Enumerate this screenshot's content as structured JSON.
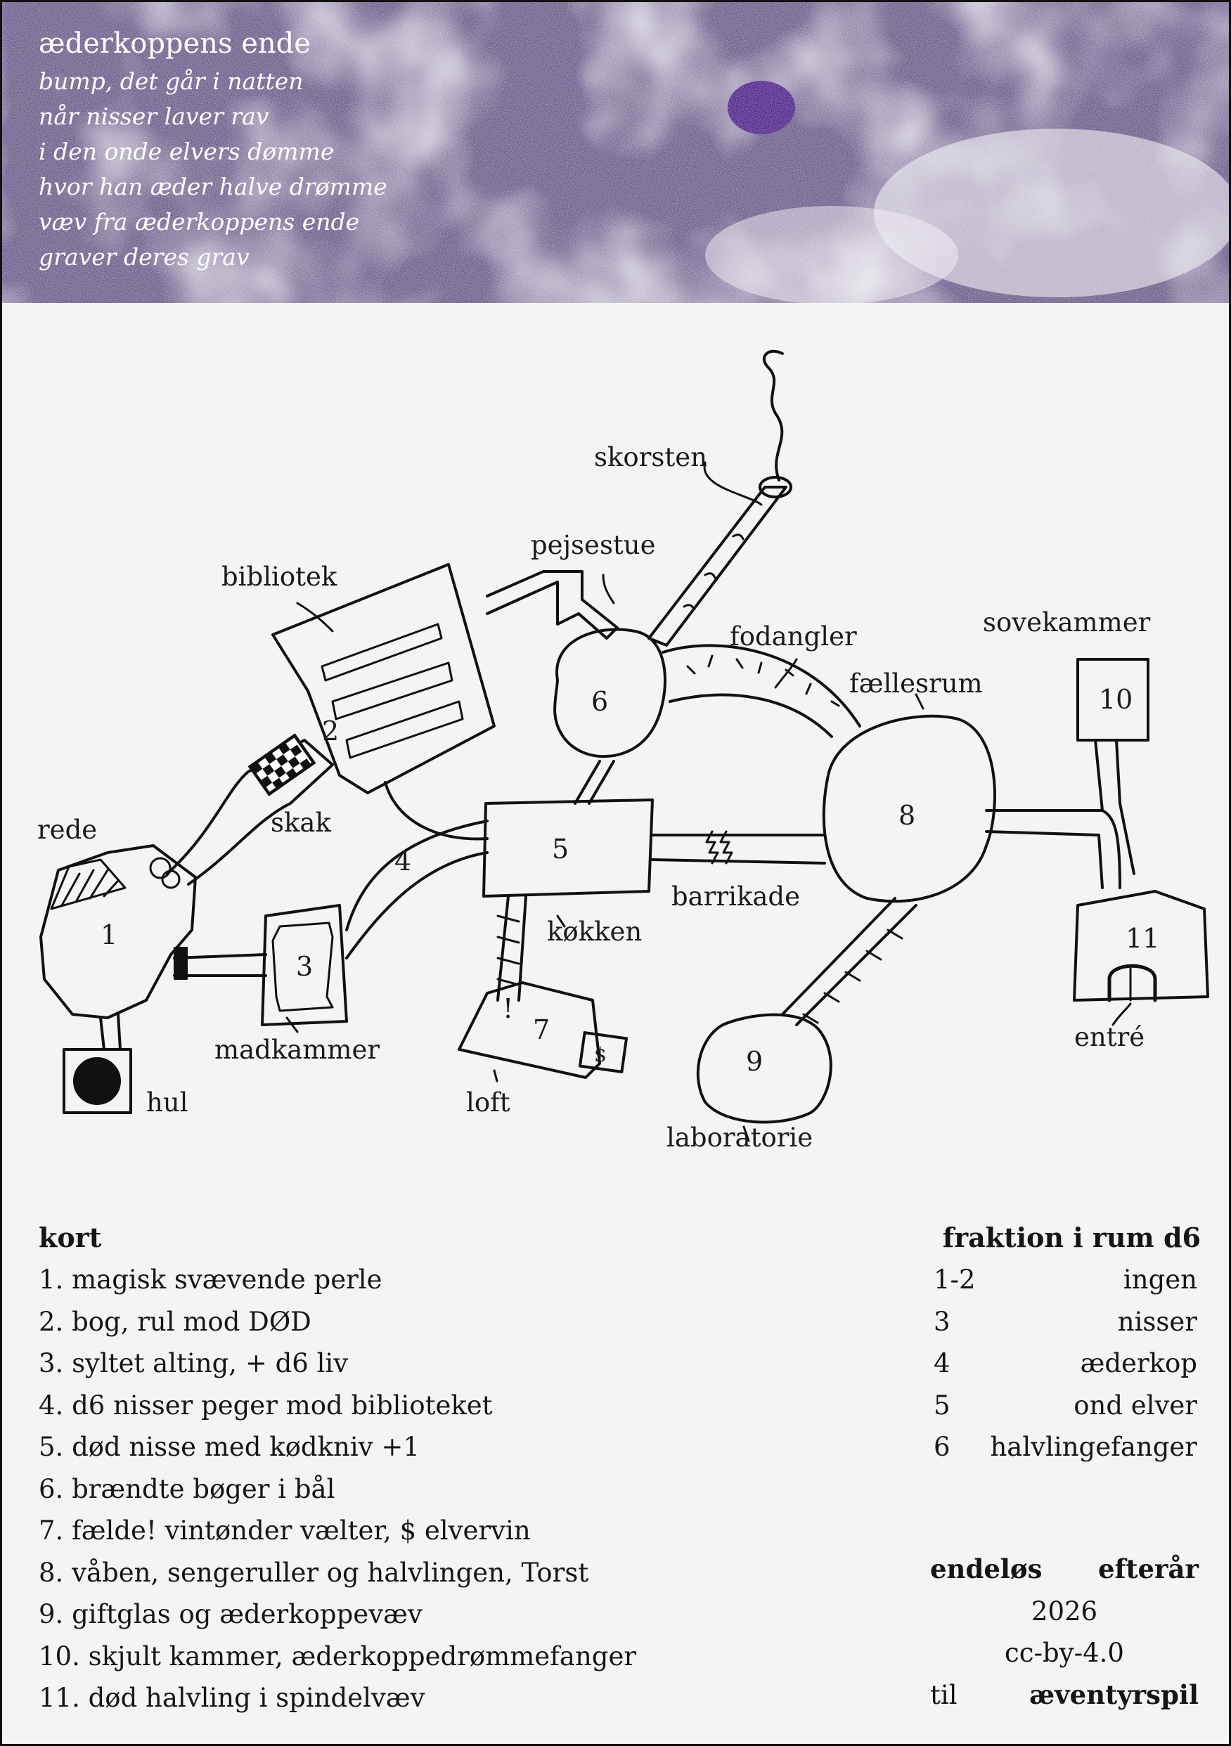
{
  "poem": {
    "title": "æderkoppens ende",
    "lines": [
      "bump, det går i natten",
      "når nisser laver rav",
      "i den onde elvers dømme",
      "hvor han æder halve drømme",
      "væv fra æderkoppens ende",
      "graver deres grav"
    ]
  },
  "colors": {
    "banner": "#6b5a8a",
    "banner_dark": "#4a2a7a",
    "ink": "#151515",
    "paper": "#f4f4f2"
  },
  "map": {
    "labels": {
      "skorsten": "skorsten",
      "pejsestue": "pejsestue",
      "bibliotek": "bibliotek",
      "fodangler": "fodangler",
      "sovekammer": "sovekammer",
      "faellesrum": "fællesrum",
      "rede": "rede",
      "skak": "skak",
      "barrikade": "barrikade",
      "kokken": "køkken",
      "madkammer": "madkammer",
      "entre": "entré",
      "hul": "hul",
      "loft": "loft",
      "laboratorie": "laboratorie"
    },
    "rooms": {
      "r1": "1",
      "r2": "2",
      "r3": "3",
      "r4": "4",
      "r5": "5",
      "r6": "6",
      "r7": "7",
      "r8": "8",
      "r9": "9",
      "r10": "10",
      "r11": "11"
    },
    "marks": {
      "trap": "!",
      "dollar": "$"
    }
  },
  "kort": {
    "title": "kort",
    "items": [
      "1. magisk svævende perle",
      "2. bog, rul mod DØD",
      "3. syltet alting, + d6 liv",
      "4. d6 nisser peger mod biblioteket",
      "5. død nisse med kødkniv +1",
      "6. brændte bøger i bål",
      "7. fælde! vintønder vælter, $ elvervin",
      "8. våben, sengeruller og halvlingen, Torst",
      "9. giftglas og æderkoppevæv",
      "10. skjult kammer, æderkoppedrømmefanger",
      "11. død halvling i spindelvæv"
    ]
  },
  "fraktion": {
    "title": "fraktion i rum d6",
    "rows": [
      {
        "roll": "1-2",
        "result": "ingen"
      },
      {
        "roll": "3",
        "result": "nisser"
      },
      {
        "roll": "4",
        "result": "æderkop"
      },
      {
        "roll": "5",
        "result": "ond elver"
      },
      {
        "roll": "6",
        "result": "halvlingefanger"
      }
    ]
  },
  "credits": {
    "word1": "endeløs",
    "word2": "efterår",
    "year": "2026",
    "license": "cc-by-4.0",
    "for": "til",
    "game": "æventyrspil"
  }
}
